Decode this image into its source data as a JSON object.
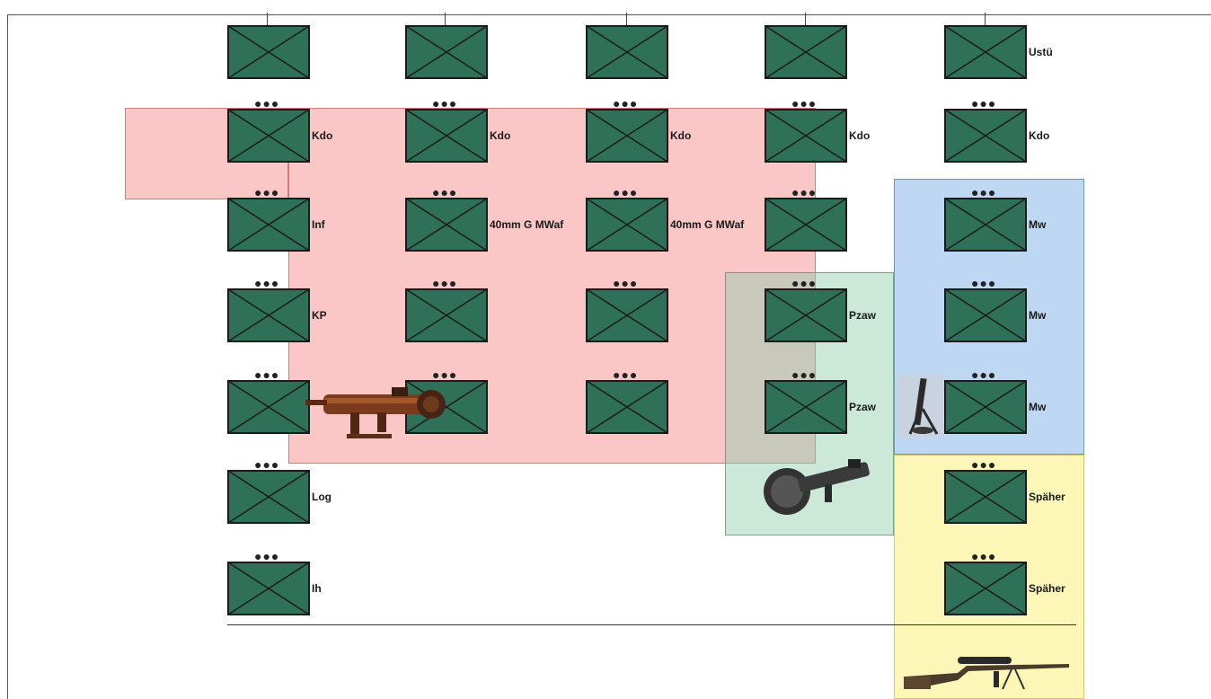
{
  "colors": {
    "unit_fill": "#2e7058",
    "unit_stroke": "#1b1b1b",
    "zone_red": "#f47878",
    "zone_green": "#8ccdaa",
    "zone_blue": "#96bee9",
    "zone_yellow": "#fcf6aa"
  },
  "unit_dots": "●●●",
  "labels": {
    "c1r1": "",
    "c1r2": "Kdo",
    "c1r3": "Inf",
    "c1r4": "KP",
    "c1r5": "",
    "c1r6": "Log",
    "c1r7": "Ih",
    "c2r2": "Kdo",
    "c2r3": "40mm G MWaf",
    "c3r2": "Kdo",
    "c3r3": "40mm G MWaf",
    "c4r2": "Kdo",
    "c4r4": "Pzaw",
    "c4r5": "Pzaw",
    "c5r1": "Ustü",
    "c5r2": "Kdo",
    "c5r3": "Mw",
    "c5r4": "Mw",
    "c5r5": "Mw",
    "c5r6": "Späher",
    "c5r7": "Späher"
  },
  "icons": {
    "unit_symbol": "infantry-unit-symbol-icon",
    "weapon_red": "anti-tank-launcher-photo",
    "weapon_green": "anti-tank-weapon-photo",
    "weapon_blue": "mortar-photo",
    "weapon_yellow": "sniper-rifle-photo"
  }
}
